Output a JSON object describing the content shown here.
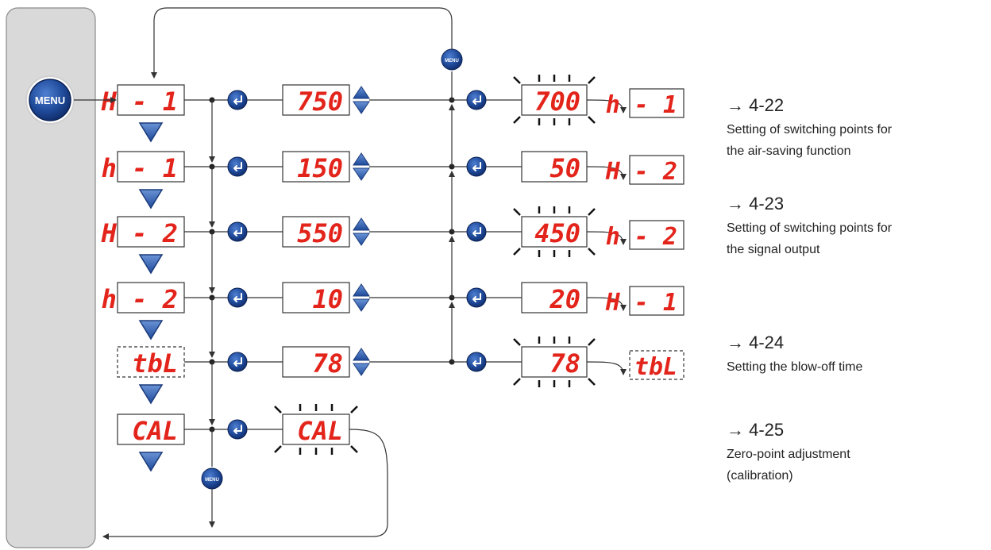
{
  "menu_button_label": "MENU",
  "small_menu_label": "MENU",
  "rows": [
    {
      "param": "H - 1",
      "value": "750",
      "result": "700",
      "next": "h - 1",
      "param_dashed": false,
      "next_dashed": false
    },
    {
      "param": "h - 1",
      "value": "150",
      "result": "50",
      "next": "H - 2",
      "param_dashed": false,
      "next_dashed": false
    },
    {
      "param": "H - 2",
      "value": "550",
      "result": "450",
      "next": "h - 2",
      "param_dashed": false,
      "next_dashed": false
    },
    {
      "param": "h - 2",
      "value": "10",
      "result": "20",
      "next": "H - 1",
      "param_dashed": false,
      "next_dashed": false
    },
    {
      "param": "tbL",
      "value": "78",
      "result": "78",
      "next": "tbL",
      "param_dashed": true,
      "next_dashed": true
    },
    {
      "param": "CAL",
      "value": "CAL"
    }
  ],
  "descriptions": [
    {
      "ref": "→ 4-22",
      "lines": [
        "Setting of switching points for",
        "the air-saving function"
      ]
    },
    {
      "ref": "→ 4-23",
      "lines": [
        "Setting of switching points for",
        "the signal output"
      ]
    },
    {
      "ref": "→ 4-24",
      "lines": [
        "Setting the blow-off time"
      ]
    },
    {
      "ref": "→ 4-25",
      "lines": [
        "Zero-point adjustment",
        "(calibration)"
      ]
    }
  ],
  "colors": {
    "segment": "#e3241b",
    "button": "#1e3f8c",
    "arrow_fill": "#2c5aa8",
    "frame": "#d9d9d9"
  }
}
